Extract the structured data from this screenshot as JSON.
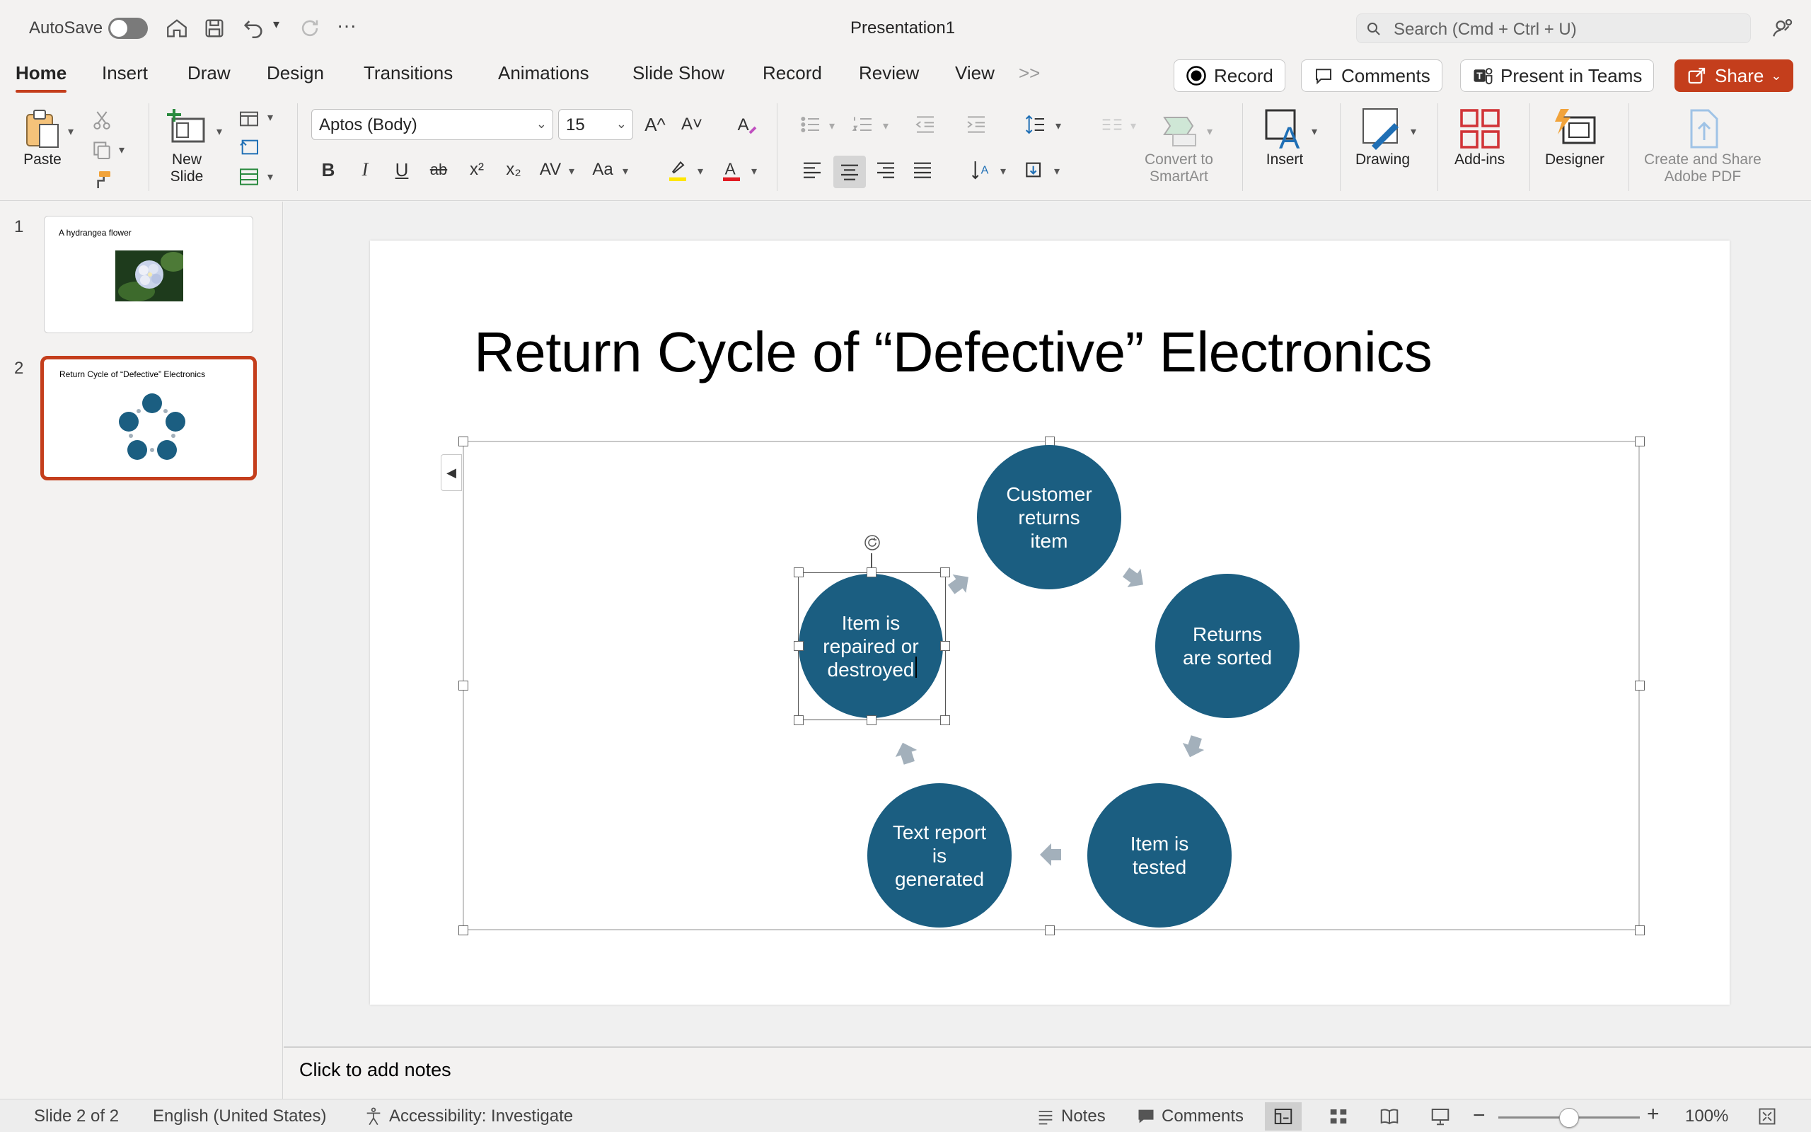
{
  "titlebar": {
    "autosave_label": "AutoSave",
    "document_title": "Presentation1",
    "search_placeholder": "Search (Cmd + Ctrl + U)"
  },
  "tabs": [
    "Home",
    "Insert",
    "Draw",
    "Design",
    "Transitions",
    "Animations",
    "Slide Show",
    "Record",
    "Review",
    "View"
  ],
  "tab_more": ">>",
  "actions": {
    "record": "Record",
    "comments": "Comments",
    "present_in_teams": "Present in Teams",
    "share": "Share"
  },
  "ribbon": {
    "paste": "Paste",
    "new_slide": "New\nSlide",
    "font_name": "Aptos (Body)",
    "font_size": "15",
    "convert_smartart": "Convert to\nSmartArt",
    "insert": "Insert",
    "drawing": "Drawing",
    "addins": "Add-ins",
    "designer": "Designer",
    "adobe_pdf": "Create and Share\nAdobe PDF",
    "bold": "B",
    "italic": "I",
    "underline": "U",
    "strike": "ab",
    "superscript": "x²",
    "subscript": "x₂",
    "char_spacing": "AV",
    "change_case": "Aa",
    "grow_font": "A^",
    "shrink_font": "A˅"
  },
  "thumbnails": [
    {
      "number": "1",
      "title": "A hydrangea flower"
    },
    {
      "number": "2",
      "title": "Return Cycle of “Defective” Electronics"
    }
  ],
  "slide": {
    "title": "Return Cycle of “Defective” Electronics",
    "cycle_steps": [
      "Customer\nreturns\nitem",
      "Returns\nare sorted",
      "Item is\ntested",
      "Text report\nis\ngenerated",
      "Item is\nrepaired or\ndestroyed"
    ],
    "circle_color": "#1b5e81",
    "arrow_color": "#a3b0bb"
  },
  "notes_placeholder": "Click to add notes",
  "statusbar": {
    "slide_indicator": "Slide 2 of 2",
    "language": "English (United States)",
    "accessibility": "Accessibility: Investigate",
    "notes": "Notes",
    "comments": "Comments",
    "zoom": "100%",
    "zoom_fraction": 0.5
  },
  "colors": {
    "accent": "#c43e1c"
  }
}
